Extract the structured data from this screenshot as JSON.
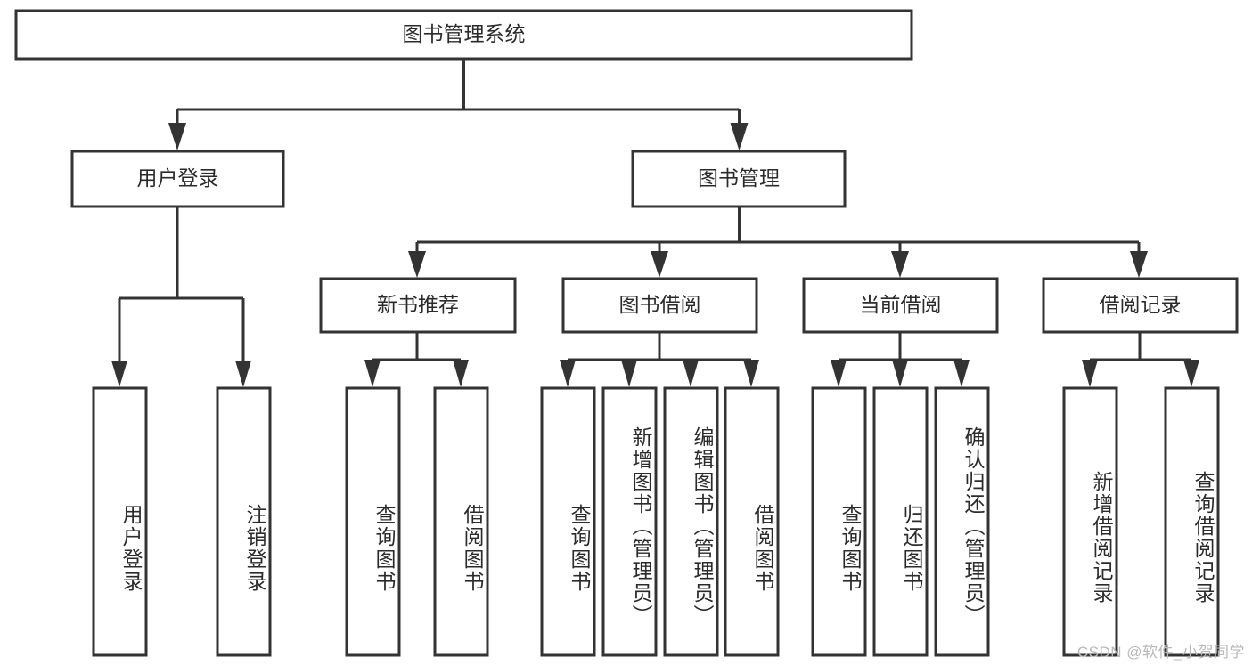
{
  "diagram": {
    "type": "tree",
    "title": "图书管理系统",
    "watermark": "CSDN @软件_小贺同学",
    "root": {
      "label": "图书管理系统"
    },
    "level2": [
      {
        "label": "用户登录"
      },
      {
        "label": "图书管理"
      }
    ],
    "level3": [
      {
        "label": "新书推荐"
      },
      {
        "label": "图书借阅"
      },
      {
        "label": "当前借阅"
      },
      {
        "label": "借阅记录"
      }
    ],
    "leaves": {
      "user_login": [
        {
          "label": "用户登录"
        },
        {
          "label": "注销登录"
        }
      ],
      "new_book_recommend": [
        {
          "label": "查询图书"
        },
        {
          "label": "借阅图书"
        }
      ],
      "book_borrow": [
        {
          "label": "查询图书"
        },
        {
          "label": "新增图书（管理员）"
        },
        {
          "label": "编辑图书（管理员）"
        },
        {
          "label": "借阅图书"
        }
      ],
      "current_borrow": [
        {
          "label": "查询图书"
        },
        {
          "label": "归还图书"
        },
        {
          "label": "确认归还（管理员）"
        }
      ],
      "borrow_record": [
        {
          "label": "新增借阅记录"
        },
        {
          "label": "查询借阅记录"
        }
      ]
    },
    "colors": {
      "stroke": "#333333",
      "box_fill": "#ffffff",
      "text": "#2b2b2b",
      "watermark": "#b9b9b9"
    }
  }
}
